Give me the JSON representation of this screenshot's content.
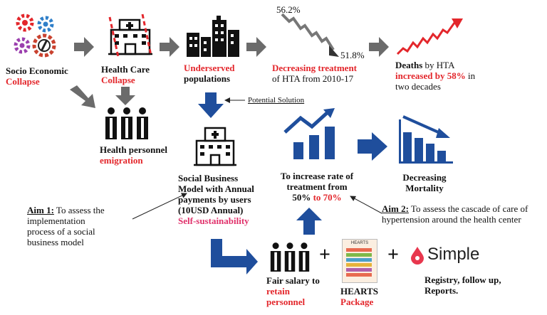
{
  "colors": {
    "red": "#e3262b",
    "blue": "#1f4e9c",
    "grey": "#6b6b6b",
    "magenta": "#e0306a"
  },
  "nodes": {
    "socio_line1": "Socio Economic",
    "socio_line2": "Collapse",
    "health_line1": "Health Care",
    "health_line2": "Collapse",
    "underserved_line1": "Underserved",
    "underserved_line2": "populations",
    "decreasing_line1": "Decreasing treatment",
    "decreasing_line2": "of HTA from 2010-17",
    "pct_high": "56.2%",
    "pct_low": "51.8%",
    "deaths_word": "Deaths",
    "deaths_by": " by HTA",
    "deaths_increase": "increased by 58%",
    "deaths_in": " in",
    "deaths_line3": "two decades",
    "emigration_line1": "Health personnel",
    "emigration_line2": "emigration",
    "potential_solution": "Potential Solution",
    "social_line1": "Social Business",
    "social_line2": "Model with Annual",
    "social_line3": "payments by users",
    "social_line4": "(10USD Annual)",
    "social_line5": "Self-sustainability",
    "increase_line1": "To increase rate of",
    "increase_line2": "treatment from",
    "increase_from": "50% ",
    "increase_to": "to 70%",
    "mortality_line1": "Decreasing",
    "mortality_line2": "Mortality",
    "aim1_label": "Aim 1:",
    "aim1_text1": " To assess the",
    "aim1_text2": "implementation",
    "aim1_text3": "process of a social",
    "aim1_text4": "business model",
    "aim2_label": "Aim 2:",
    "aim2_text1": " To assess the cascade of care of",
    "aim2_text2": "hypertension around the health center",
    "salary_line1": "Fair salary to",
    "salary_line2": "retain",
    "salary_line3": "personnel",
    "hearts_line1": "HEARTS",
    "hearts_line2": "Package",
    "hearts_doc_title": "HEARTS",
    "simple_brand": "Simple",
    "registry_line1": "Registry, follow up,",
    "registry_line2": "Reports.",
    "plus": "+"
  },
  "icons": {
    "gears": "gears-icon",
    "hospital": "hospital-icon",
    "city": "city-buildings-icon",
    "decline_chart": "declining-trend-icon",
    "rising_chart": "rising-trend-icon",
    "doctors": "doctors-icon",
    "bar_up": "rising-bar-chart-icon",
    "bar_down": "falling-bar-chart-icon",
    "simple_drop": "drop-icon"
  }
}
